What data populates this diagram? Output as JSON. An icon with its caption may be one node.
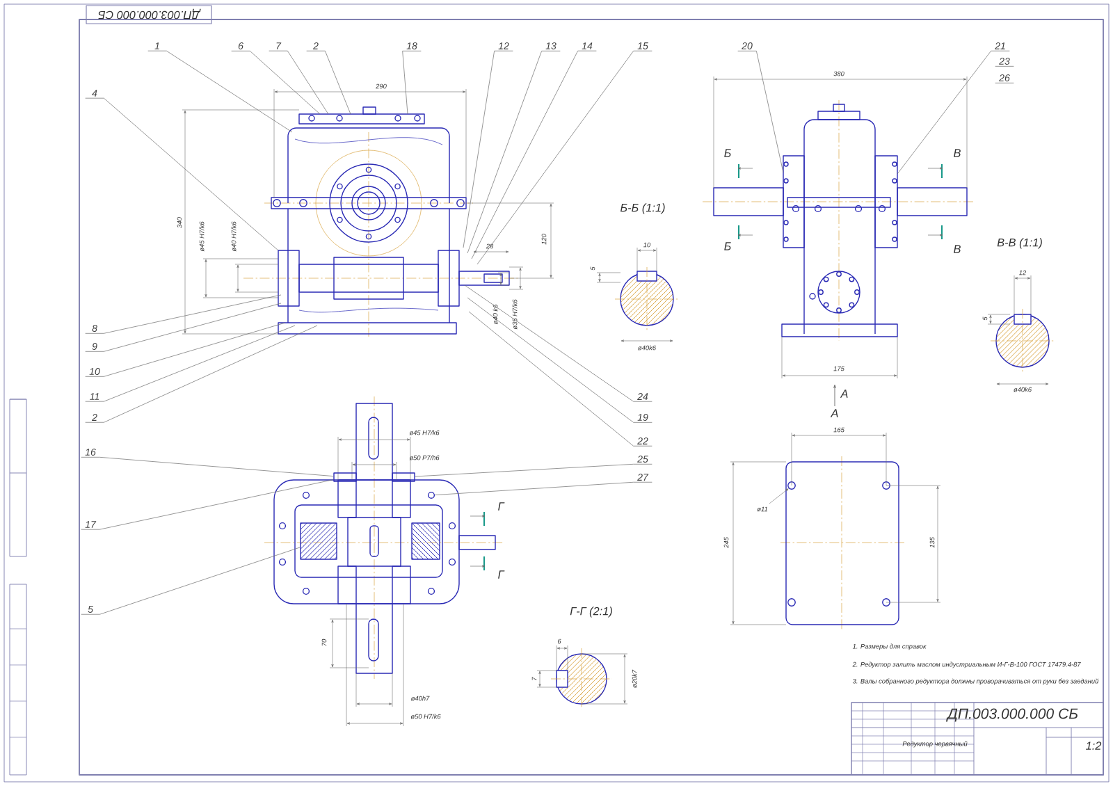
{
  "diagram": {
    "nodes": [
      {
        "text": [
          "1"
        ]
      },
      {
        "text": [
          "6"
        ]
      },
      {
        "text": [
          "7"
        ]
      },
      {
        "text": [
          "2"
        ]
      },
      {
        "text": [
          "18"
        ]
      },
      {
        "text": [
          "12"
        ]
      },
      {
        "text": [
          "13"
        ]
      },
      {
        "text": [
          "14"
        ]
      },
      {
        "text": [
          "15"
        ]
      },
      {
        "text": [
          "4"
        ]
      },
      {
        "text": [
          "8"
        ]
      },
      {
        "text": [
          "9"
        ]
      },
      {
        "text": [
          "10"
        ]
      },
      {
        "text": [
          "11"
        ]
      },
      {
        "text": [
          "2"
        ]
      },
      {
        "text": [
          "24"
        ]
      },
      {
        "text": [
          "19"
        ]
      },
      {
        "text": [
          "22"
        ]
      },
      {
        "text": [
          "25"
        ]
      },
      {
        "text": [
          "27"
        ]
      },
      {
        "text": [
          "16"
        ]
      },
      {
        "text": [
          "17"
        ]
      },
      {
        "text": [
          "5"
        ]
      },
      {
        "text": [
          "20"
        ]
      },
      {
        "text": [
          "21"
        ]
      },
      {
        "text": [
          "23"
        ]
      },
      {
        "text": [
          "26"
        ]
      },
      {
        "text": [],
        "shape": "box"
      },
      {
        "text": [],
        "shape": "box"
      },
      {
        "text": [],
        "shape": "box"
      },
      {
        "text": [],
        "shape": "circle"
      }
    ],
    "edges": [
      {
        "from": 0,
        "to": null,
        "arrow": "none"
      },
      {
        "from": 1,
        "to": null,
        "arrow": "none"
      },
      {
        "from": 2,
        "to": null,
        "arrow": "none"
      },
      {
        "from": 3,
        "to": null,
        "arrow": "none"
      },
      {
        "from": 4,
        "to": null,
        "arrow": "none"
      },
      {
        "from": 5,
        "to": null,
        "arrow": "none"
      },
      {
        "from": 6,
        "to": null,
        "arrow": "none"
      },
      {
        "from": 7,
        "to": null,
        "arrow": "none"
      },
      {
        "from": 8,
        "to": null,
        "arrow": "none"
      },
      {
        "from": 9,
        "to": null,
        "arrow": "none"
      },
      {
        "from": 10,
        "to": null,
        "arrow": "none"
      },
      {
        "from": 11,
        "to": null,
        "arrow": "none"
      },
      {
        "from": 12,
        "to": null,
        "arrow": "none"
      },
      {
        "from": 13,
        "to": null,
        "arrow": "none"
      },
      {
        "from": 14,
        "to": null,
        "arrow": "none"
      },
      {
        "from": 15,
        "to": null,
        "arrow": "none"
      },
      {
        "from": 16,
        "to": null,
        "arrow": "none"
      },
      {
        "from": 17,
        "to": null,
        "arrow": "none"
      },
      {
        "from": 18,
        "to": 29,
        "arrow": "none"
      },
      {
        "from": 19,
        "to": 30,
        "arrow": "none"
      },
      {
        "from": 20,
        "to": 27,
        "arrow": "none"
      },
      {
        "from": 21,
        "to": 27,
        "arrow": "none"
      },
      {
        "from": 22,
        "to": 28,
        "arrow": "none"
      },
      {
        "from": 23,
        "to": null,
        "arrow": "none"
      },
      {
        "from": 24,
        "to": null,
        "arrow": "none"
      }
    ],
    "labels": [
      "ДП.003.000.000 СБ",
      "290",
      "340",
      "ø45 H7/k6",
      "ø40 H7/k6",
      "120",
      "28",
      "ø40 k6",
      "ø35 H7/k6",
      "380",
      "Б",
      "Б",
      "В",
      "В",
      "Б-Б (1:1)",
      "10",
      "5",
      "ø40k6",
      "175",
      "В-В (1:1)",
      "12",
      "5",
      "ø40k6",
      "А",
      "А",
      "165",
      "245",
      "135",
      "ø11",
      "ø45 H7/k6",
      "ø50 P7/h6",
      "70",
      "ø40h7",
      "ø50 H7/k6",
      "Г",
      "Г",
      "Г-Г (2:1)",
      "6",
      "7",
      "ø20k7",
      "1. Размеры для справок",
      "2. Редуктор залить маслом индустриальным И-Г-В-100 ГОСТ 17479.4-87",
      "3. Валы собранного редуктора должны проворачиваться от руки без заеданий",
      "ДП.003.000.000 СБ",
      "Редуктор червячный",
      "1:2"
    ]
  }
}
